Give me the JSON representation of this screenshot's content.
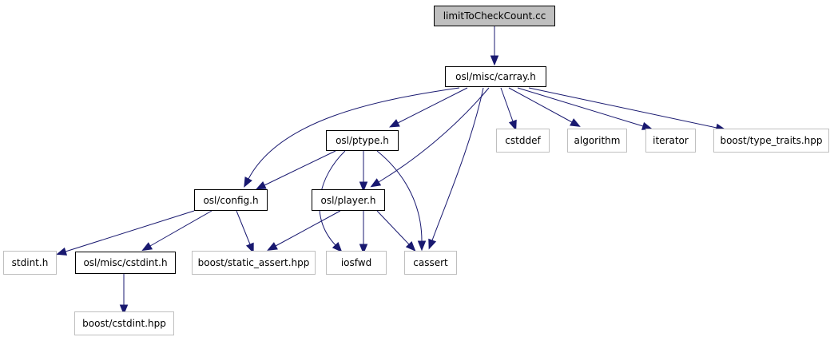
{
  "diagram": {
    "type": "include-dependency-graph",
    "edge_color": "#191970",
    "nodes": [
      {
        "id": "root",
        "label": "limitToCheckCount.cc",
        "style": "root"
      },
      {
        "id": "carray",
        "label": "osl/misc/carray.h",
        "style": "bold"
      },
      {
        "id": "ptype",
        "label": "osl/ptype.h",
        "style": "bold"
      },
      {
        "id": "cstddef",
        "label": "cstddef",
        "style": "light"
      },
      {
        "id": "algorithm",
        "label": "algorithm",
        "style": "light"
      },
      {
        "id": "iterator",
        "label": "iterator",
        "style": "light"
      },
      {
        "id": "type_traits",
        "label": "boost/type_traits.hpp",
        "style": "light"
      },
      {
        "id": "config",
        "label": "osl/config.h",
        "style": "bold"
      },
      {
        "id": "player",
        "label": "osl/player.h",
        "style": "bold"
      },
      {
        "id": "stdint",
        "label": "stdint.h",
        "style": "light"
      },
      {
        "id": "misc_cstdint",
        "label": "osl/misc/cstdint.h",
        "style": "bold"
      },
      {
        "id": "static_assert",
        "label": "boost/static_assert.hpp",
        "style": "light"
      },
      {
        "id": "iosfwd",
        "label": "iosfwd",
        "style": "light"
      },
      {
        "id": "cassert",
        "label": "cassert",
        "style": "light"
      },
      {
        "id": "boost_cstdint",
        "label": "boost/cstdint.hpp",
        "style": "light"
      }
    ],
    "edges": [
      [
        "root",
        "carray"
      ],
      [
        "carray",
        "config"
      ],
      [
        "carray",
        "ptype"
      ],
      [
        "carray",
        "player"
      ],
      [
        "carray",
        "cassert"
      ],
      [
        "carray",
        "cstddef"
      ],
      [
        "carray",
        "algorithm"
      ],
      [
        "carray",
        "iterator"
      ],
      [
        "carray",
        "type_traits"
      ],
      [
        "ptype",
        "config"
      ],
      [
        "ptype",
        "player"
      ],
      [
        "ptype",
        "iosfwd"
      ],
      [
        "ptype",
        "cassert"
      ],
      [
        "config",
        "stdint"
      ],
      [
        "config",
        "misc_cstdint"
      ],
      [
        "config",
        "static_assert"
      ],
      [
        "player",
        "static_assert"
      ],
      [
        "player",
        "iosfwd"
      ],
      [
        "player",
        "cassert"
      ],
      [
        "misc_cstdint",
        "boost_cstdint"
      ]
    ]
  }
}
